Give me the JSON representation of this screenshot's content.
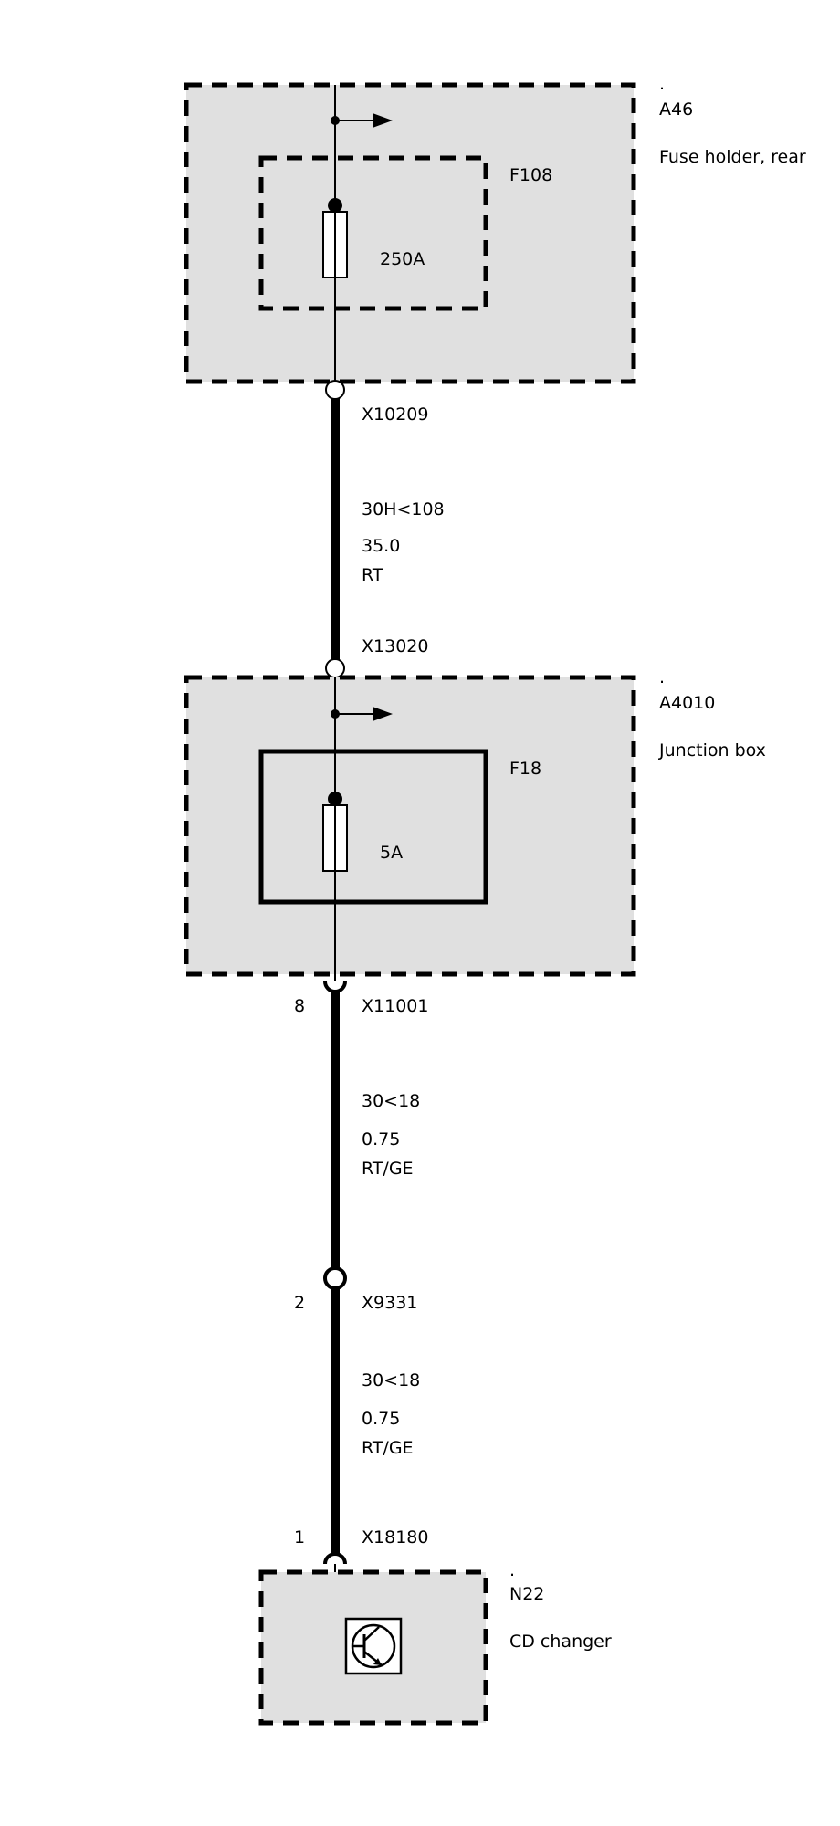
{
  "components": {
    "a46": {
      "dot": ".",
      "id": "A46",
      "name": "Fuse holder, rear",
      "fuse_id": "F108",
      "fuse_rating": "250A"
    },
    "a4010": {
      "dot": ".",
      "id": "A4010",
      "name": "Junction box",
      "fuse_id": "F18",
      "fuse_rating": "5A"
    },
    "n22": {
      "dot": ".",
      "id": "N22",
      "name": "CD changer"
    }
  },
  "connectors": {
    "x10209": "X10209",
    "x13020": "X13020",
    "x11001": {
      "id": "X11001",
      "pin": "8"
    },
    "x9331": {
      "id": "X9331",
      "pin": "2"
    },
    "x18180": {
      "id": "X18180",
      "pin": "1"
    }
  },
  "wires": [
    {
      "circuit": "30H<108",
      "size": "35.0",
      "color": "RT"
    },
    {
      "circuit": "30<18",
      "size": "0.75",
      "color": "RT/GE"
    },
    {
      "circuit": "30<18",
      "size": "0.75",
      "color": "RT/GE"
    }
  ]
}
